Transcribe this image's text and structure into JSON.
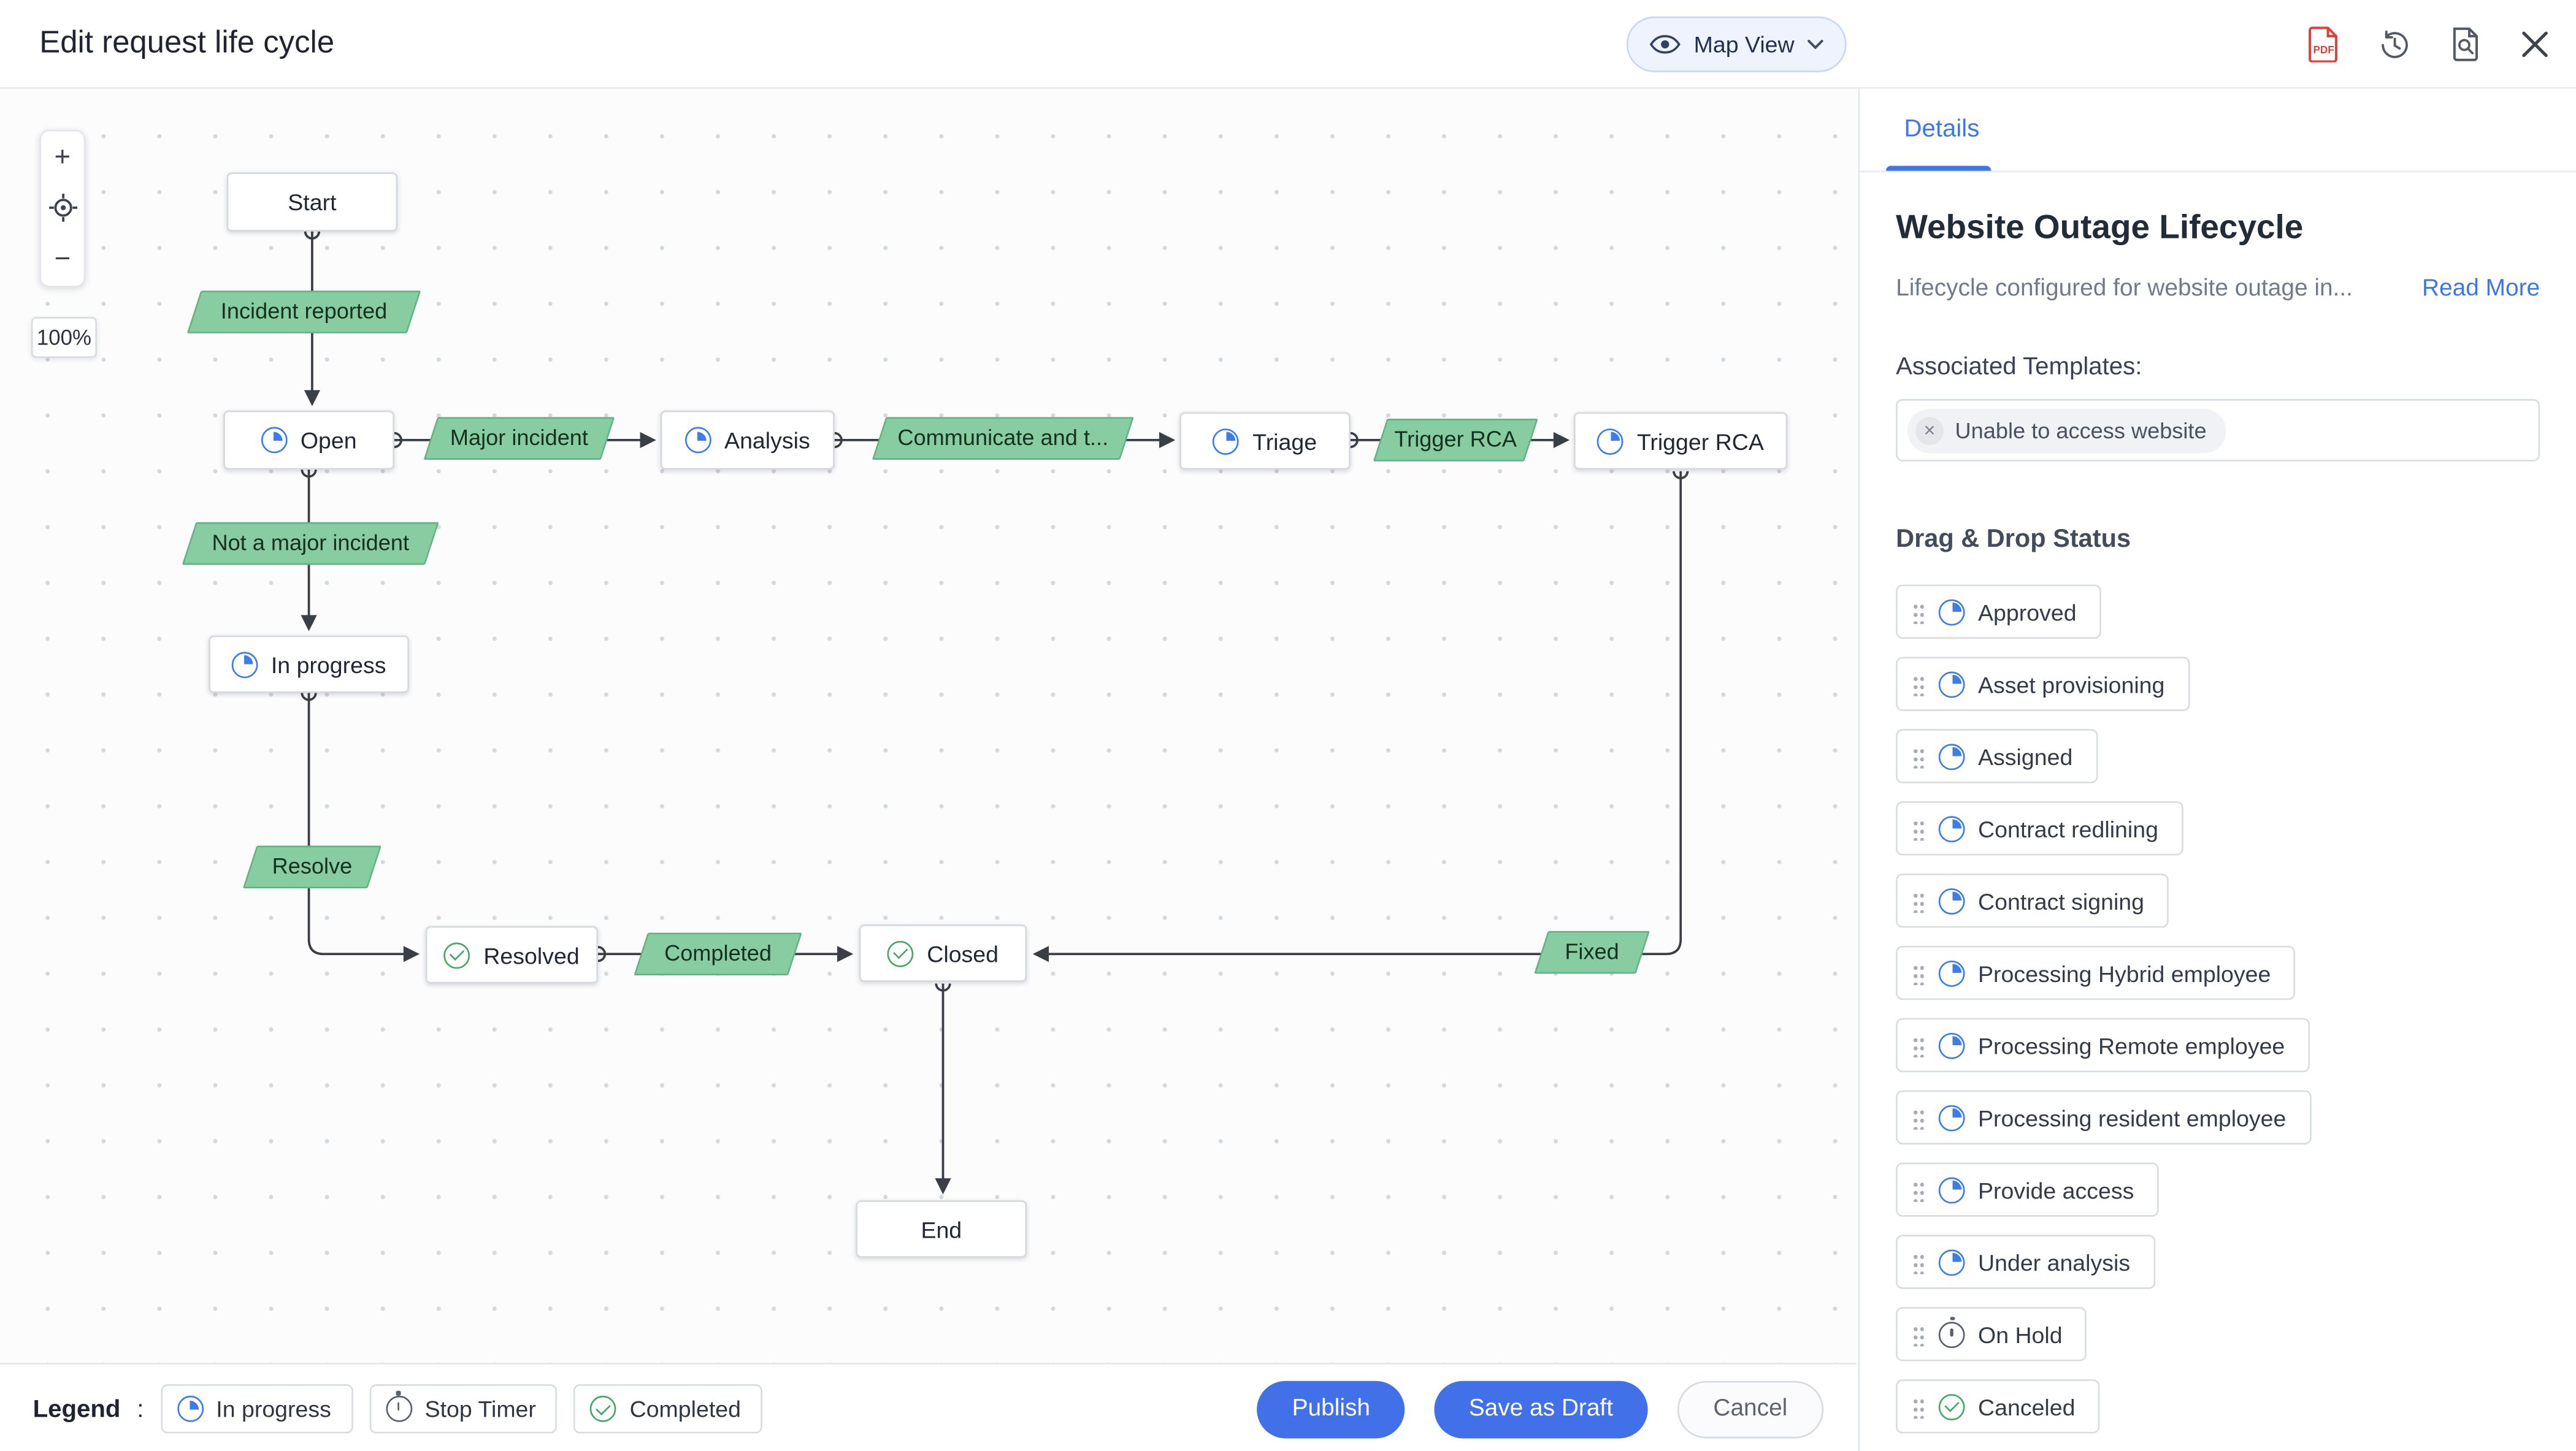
{
  "header": {
    "title": "Edit request life cycle",
    "map_view_label": "Map View"
  },
  "canvas": {
    "zoom_controls": {
      "zoom_in": "+",
      "zoom_out": "−",
      "level": "100%"
    },
    "nodes": {
      "start": "Start",
      "open": "Open",
      "analysis": "Analysis",
      "triage": "Triage",
      "trigger_rca": "Trigger RCA",
      "in_progress": "In progress",
      "resolved": "Resolved",
      "closed": "Closed",
      "end": "End"
    },
    "transitions": {
      "incident_reported": "Incident reported",
      "major_incident": "Major incident",
      "communicate": "Communicate and t...",
      "trigger_rca": "Trigger RCA",
      "not_major": "Not a major incident",
      "resolve": "Resolve",
      "completed": "Completed",
      "fixed": "Fixed"
    }
  },
  "legend": {
    "label": "Legend",
    "colon": ":",
    "items": [
      {
        "label": "In progress",
        "icon": "in-progress"
      },
      {
        "label": "Stop Timer",
        "icon": "stop-timer"
      },
      {
        "label": "Completed",
        "icon": "completed"
      }
    ]
  },
  "actions": {
    "publish": "Publish",
    "save_draft": "Save as Draft",
    "cancel": "Cancel"
  },
  "details": {
    "tab": "Details",
    "title": "Website Outage Lifecycle",
    "description": "Lifecycle configured for website outage in...",
    "read_more": "Read More",
    "templates_label": "Associated Templates:",
    "template_chip": "Unable to access website",
    "chip_remove": "×",
    "statuses_heading": "Drag & Drop Status",
    "statuses": [
      {
        "label": "Approved",
        "icon": "in-progress"
      },
      {
        "label": "Asset provisioning",
        "icon": "in-progress"
      },
      {
        "label": "Assigned",
        "icon": "in-progress"
      },
      {
        "label": "Contract redlining",
        "icon": "in-progress"
      },
      {
        "label": "Contract signing",
        "icon": "in-progress"
      },
      {
        "label": "Processing Hybrid employee",
        "icon": "in-progress"
      },
      {
        "label": "Processing Remote employee",
        "icon": "in-progress"
      },
      {
        "label": "Processing resident employee",
        "icon": "in-progress"
      },
      {
        "label": "Provide access",
        "icon": "in-progress"
      },
      {
        "label": "Under analysis",
        "icon": "in-progress"
      },
      {
        "label": "On Hold",
        "icon": "stop-timer"
      },
      {
        "label": "Canceled",
        "icon": "completed"
      }
    ]
  },
  "colors": {
    "accent_blue": "#3b77e8",
    "button_blue": "#4170e8",
    "transition_green": "#87cda1",
    "in_progress_blue": "#3d7de9",
    "completed_green": "#46a865",
    "pdf_red": "#d9453b"
  }
}
